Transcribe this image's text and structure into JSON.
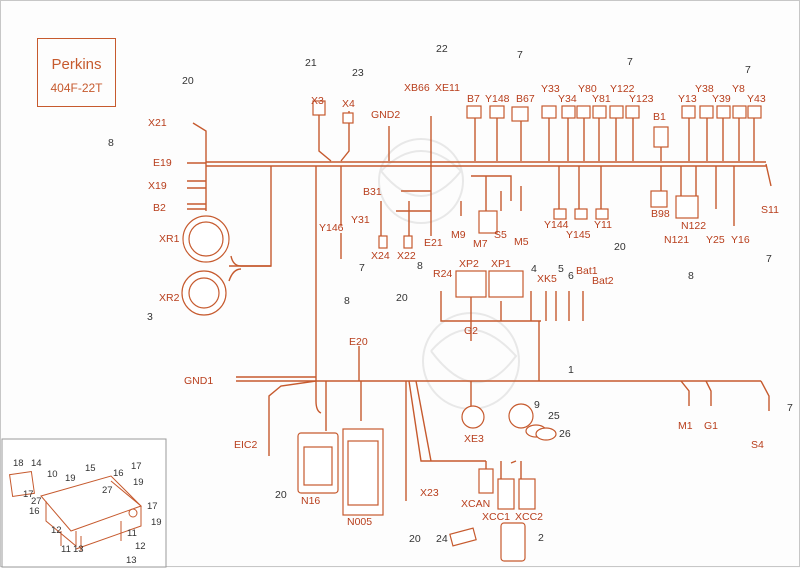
{
  "header": {
    "brand": "Perkins",
    "model": "404F-22T"
  },
  "colors": {
    "wire": "#c65a2e",
    "label": "#b83e1c",
    "watermark": "#e6e6e6",
    "background": "#fdfdfd"
  },
  "diagram": {
    "connectors": [
      "X21",
      "E19",
      "X19",
      "B2",
      "XR1",
      "XR2",
      "X3",
      "X4",
      "GND2",
      "XB66",
      "XE11",
      "B7",
      "Y148",
      "B67",
      "Y33",
      "Y34",
      "Y80",
      "Y81",
      "Y122",
      "Y123",
      "Y13",
      "Y38",
      "Y39",
      "Y8",
      "Y43",
      "B1",
      "B98",
      "N121",
      "N122",
      "Y25",
      "Y16",
      "S11",
      "B31",
      "Y31",
      "Y146",
      "X24",
      "X22",
      "E21",
      "M9",
      "M7",
      "S5",
      "M5",
      "Y144",
      "Y145",
      "Y11",
      "R24",
      "XP2",
      "XP1",
      "XK5",
      "Bat1",
      "Bat2",
      "G2",
      "E20",
      "GND1",
      "EIC2",
      "N16",
      "N005",
      "X23",
      "XE3",
      "M1",
      "G1",
      "S4",
      "XCAN",
      "XCC1",
      "XCC2"
    ],
    "part_numbers": [
      "1",
      "2",
      "3",
      "5",
      "6",
      "7",
      "8",
      "9",
      "20",
      "21",
      "22",
      "23",
      "24",
      "25",
      "26"
    ],
    "inset_part_numbers": [
      "10",
      "11",
      "12",
      "13",
      "14",
      "15",
      "16",
      "17",
      "18",
      "19",
      "27"
    ]
  }
}
